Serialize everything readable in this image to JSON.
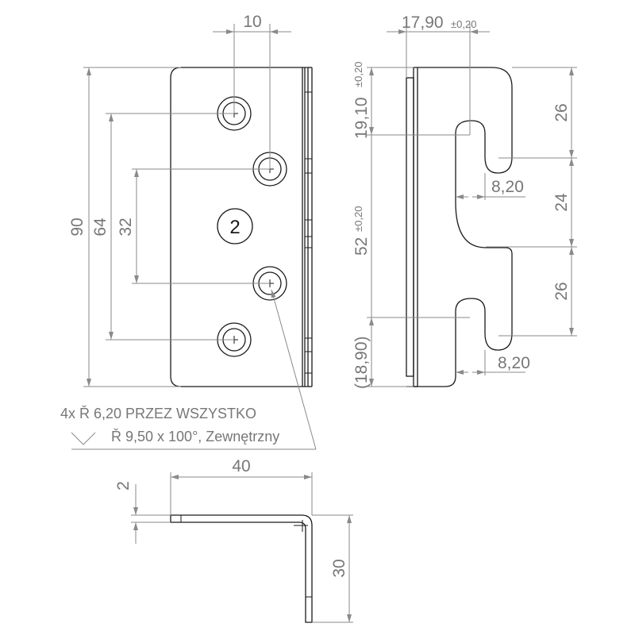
{
  "front_view": {
    "dim_hole_offset": "10",
    "dim_height_total": "90",
    "dim_outer_hole_spacing": "64",
    "dim_inner_hole_spacing": "32",
    "balloon": "2"
  },
  "side_view": {
    "dim_width": "17,90",
    "dim_width_tol": "±0,20",
    "dim_top_offset": "19,10",
    "dim_top_offset_tol": "±0,20",
    "dim_middle": "52",
    "dim_middle_tol": "±0,20",
    "dim_bottom_ref": "(18,90)",
    "dim_upper_hook": "26",
    "dim_gap": "24",
    "dim_lower_hook": "26",
    "dim_slot_width_upper": "8,20",
    "dim_slot_width_lower": "8,20"
  },
  "hole_note": {
    "line1": "4x Ř 6,20 PRZEZ WSZYSTKO",
    "line2": "Ř 9,50 x 100°, Zewnętrzny"
  },
  "top_view": {
    "dim_length": "40",
    "dim_thickness": "2",
    "dim_height": "30"
  }
}
